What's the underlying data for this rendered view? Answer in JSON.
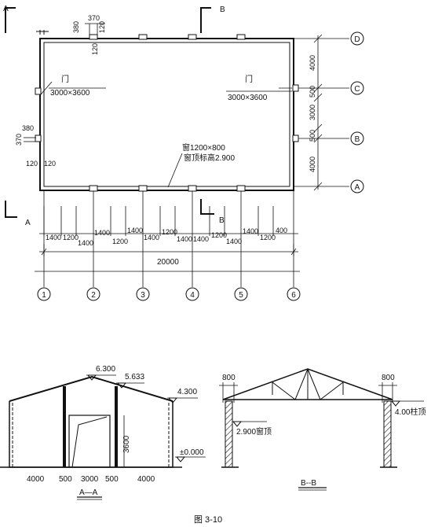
{
  "section_marks": {
    "a_top": "A",
    "b_top": "B",
    "a_bottom": "A",
    "b_bottom": "B"
  },
  "plan": {
    "dims_top": {
      "d1": "370",
      "d2": "380",
      "d3": "120",
      "d4": "120"
    },
    "dims_left": {
      "d1": "380",
      "d2": "370",
      "d3": "120",
      "d4": "120"
    },
    "door_left": {
      "name": "门",
      "size": "3000×3600"
    },
    "door_right": {
      "name": "门",
      "size": "3000×3600"
    },
    "window": {
      "size": "窗1200×800",
      "sill": "窗顶标高2.900"
    },
    "axis_rows": [
      "D",
      "C",
      "B",
      "A"
    ],
    "axis_cols": [
      "1",
      "2",
      "3",
      "4",
      "5",
      "6"
    ],
    "right_dims": [
      "4000",
      "500",
      "3000",
      "500",
      "4000"
    ],
    "bottom_dims": [
      "1400",
      "1200",
      "1400",
      "1400",
      "1200",
      "1400",
      "1400",
      "1200",
      "1400",
      "1400",
      "1200",
      "1400",
      "1400",
      "1200",
      "400"
    ],
    "total_width": "20000"
  },
  "section_aa": {
    "ridge": "6.300",
    "eave_mid": "5.633",
    "eave": "4.300",
    "door_height": "3600",
    "ground": "±0.000",
    "bottom_dims": [
      "4000",
      "500",
      "3000",
      "500",
      "4000"
    ],
    "label": "A—A"
  },
  "section_bb": {
    "overhang_left": "800",
    "overhang_right": "800",
    "window_top": "2.900窗顶",
    "column_top": "4.00柱顶",
    "label": "B--B"
  },
  "caption": "图 3-10"
}
